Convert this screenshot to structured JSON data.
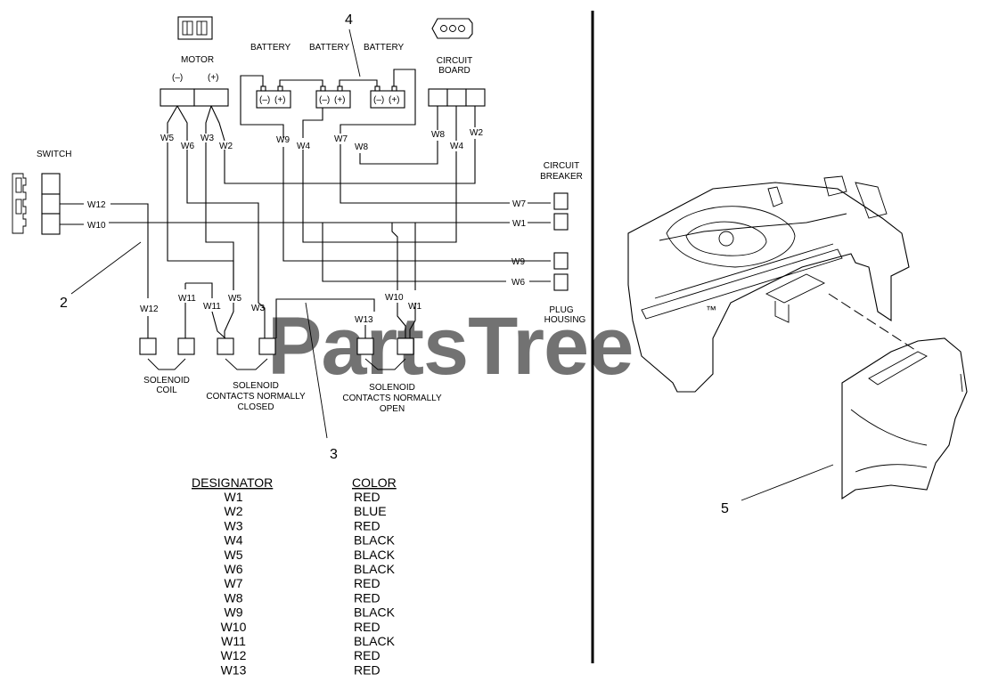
{
  "components": {
    "motor": {
      "label": "MOTOR",
      "neg": "(–)",
      "pos": "(+)"
    },
    "battery_label": "BATTERY",
    "battery_neg": "(–)",
    "battery_pos": "(+)",
    "circuit_board": {
      "line1": "CIRCUIT",
      "line2": "BOARD"
    },
    "switch": "SWITCH",
    "circuit_breaker": {
      "line1": "CIRCUIT",
      "line2": "BREAKER"
    },
    "plug_housing": {
      "line1": "PLUG",
      "line2": "HOUSING"
    },
    "solenoid_coil": {
      "line1": "SOLENOID",
      "line2": "COIL"
    },
    "solenoid_nc": {
      "line1": "SOLENOID",
      "line2": "CONTACTS NORMALLY",
      "line3": "CLOSED"
    },
    "solenoid_no": {
      "line1": "SOLENOID",
      "line2": "CONTACTS NORMALLY",
      "line3": "OPEN"
    }
  },
  "wire_labels": {
    "w1": "W1",
    "w2": "W2",
    "w3": "W3",
    "w4": "W4",
    "w5": "W5",
    "w6": "W6",
    "w7": "W7",
    "w8": "W8",
    "w9": "W9",
    "w10": "W10",
    "w11": "W11",
    "w12": "W12",
    "w13": "W13"
  },
  "callouts": {
    "c2": "2",
    "c3": "3",
    "c4": "4",
    "c5": "5"
  },
  "table": {
    "header_designator": "DESIGNATOR",
    "header_color": "COLOR",
    "rows": [
      {
        "designator": "W1",
        "color": "RED"
      },
      {
        "designator": "W2",
        "color": "BLUE"
      },
      {
        "designator": "W3",
        "color": "RED"
      },
      {
        "designator": "W4",
        "color": "BLACK"
      },
      {
        "designator": "W5",
        "color": "BLACK"
      },
      {
        "designator": "W6",
        "color": "BLACK"
      },
      {
        "designator": "W7",
        "color": "RED"
      },
      {
        "designator": "W8",
        "color": "RED"
      },
      {
        "designator": "W9",
        "color": "BLACK"
      },
      {
        "designator": "W10",
        "color": "RED"
      },
      {
        "designator": "W11",
        "color": "BLACK"
      },
      {
        "designator": "W12",
        "color": "RED"
      },
      {
        "designator": "W13",
        "color": "RED"
      }
    ]
  },
  "watermark": {
    "text": "PartsTree",
    "tm": "™"
  }
}
